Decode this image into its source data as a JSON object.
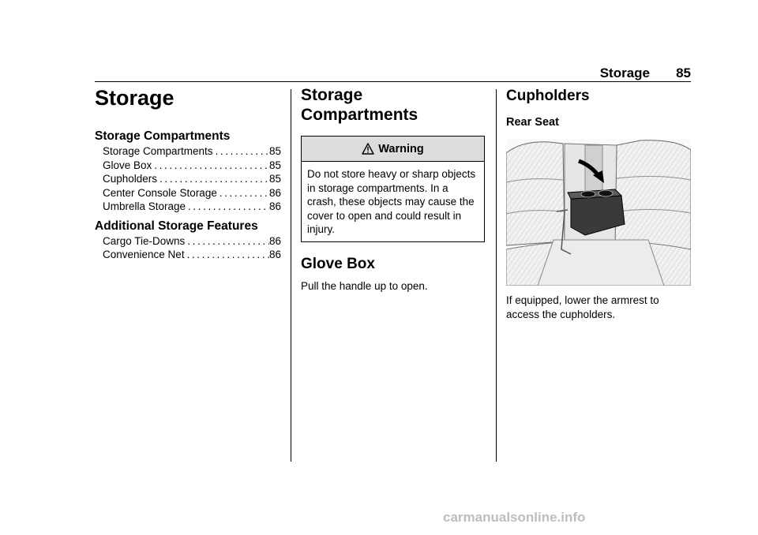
{
  "header": {
    "section": "Storage",
    "page_number": "85"
  },
  "column1": {
    "title": "Storage",
    "groups": [
      {
        "heading": "Storage Compartments",
        "items": [
          {
            "label": "Storage Compartments",
            "page": "85"
          },
          {
            "label": "Glove Box",
            "page": "85"
          },
          {
            "label": "Cupholders",
            "page": "85"
          },
          {
            "label": "Center Console Storage",
            "page": "86"
          },
          {
            "label": "Umbrella Storage",
            "page": "86"
          }
        ]
      },
      {
        "heading": "Additional Storage Features",
        "items": [
          {
            "label": "Cargo Tie-Downs",
            "page": "86"
          },
          {
            "label": "Convenience Net",
            "page": "86"
          }
        ]
      }
    ]
  },
  "column2": {
    "title_line1": "Storage",
    "title_line2": "Compartments",
    "warning": {
      "label": "Warning",
      "text": "Do not store heavy or sharp objects in storage compartments. In a crash, these objects may cause the cover to open and could result in injury."
    },
    "glove_box_heading": "Glove Box",
    "glove_box_text": "Pull the handle up to open."
  },
  "column3": {
    "heading": "Cupholders",
    "subheading": "Rear Seat",
    "illustration_icon": "rear-seat-armrest-cupholder-illustration",
    "caption": "If equipped, lower the armrest to access the cupholders."
  },
  "watermark": "carmanualsonline.info"
}
